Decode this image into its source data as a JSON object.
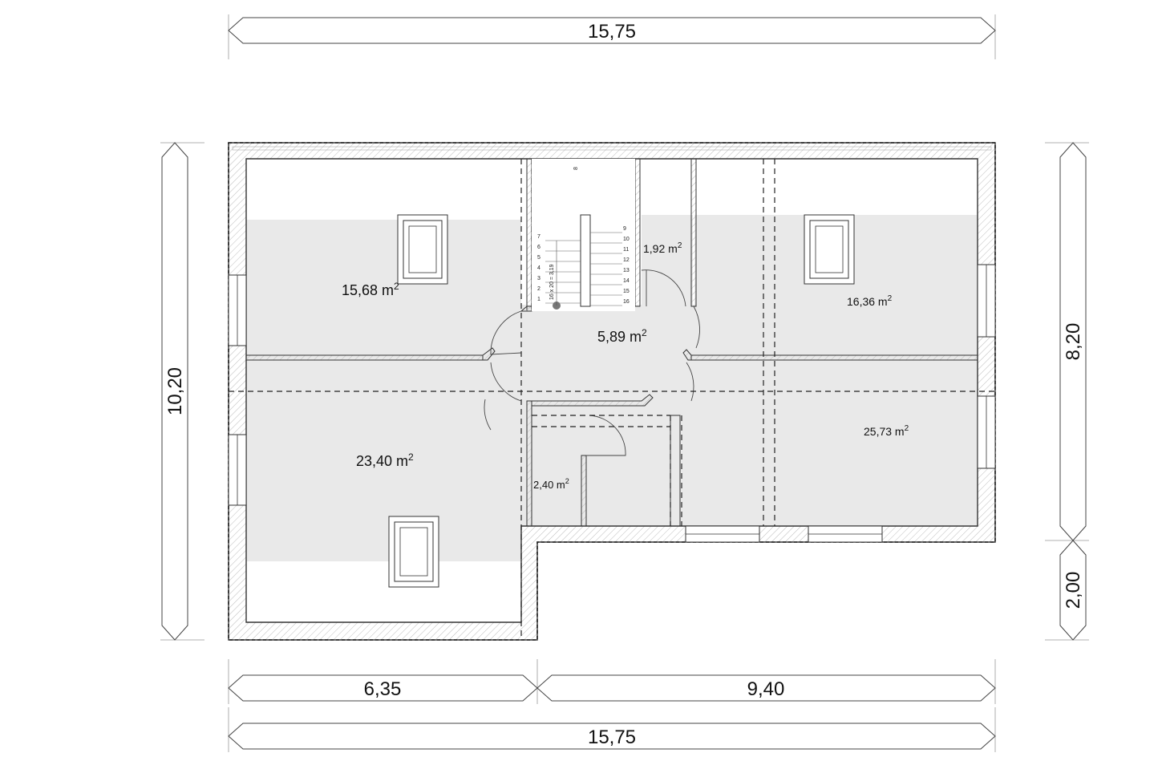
{
  "dimensions": {
    "top_total": "15,75",
    "bottom_left": "6,35",
    "bottom_right": "9,40",
    "bottom_total": "15,75",
    "left_total": "10,20",
    "right_upper": "8,20",
    "right_lower": "2,00"
  },
  "rooms": {
    "room_top_left": {
      "value": "15,68 m",
      "sup": "2"
    },
    "room_bottom_left": {
      "value": "23,40 m",
      "sup": "2"
    },
    "hall": {
      "value": "5,89 m",
      "sup": "2"
    },
    "small_top": {
      "value": "1,92 m",
      "sup": "2"
    },
    "small_bottom": {
      "value": "2,40 m",
      "sup": "2"
    },
    "room_top_right": {
      "value": "16,36 m",
      "sup": "2"
    },
    "room_bottom_right": {
      "value": "25,73 m",
      "sup": "2"
    }
  },
  "stair": {
    "label": "16 x 20 = 3,19",
    "top_step": "8",
    "steps_left": [
      "7",
      "6",
      "5",
      "4",
      "3",
      "2",
      "1"
    ],
    "steps_right": [
      "9",
      "10",
      "11",
      "12",
      "13",
      "14",
      "15",
      "16"
    ]
  }
}
